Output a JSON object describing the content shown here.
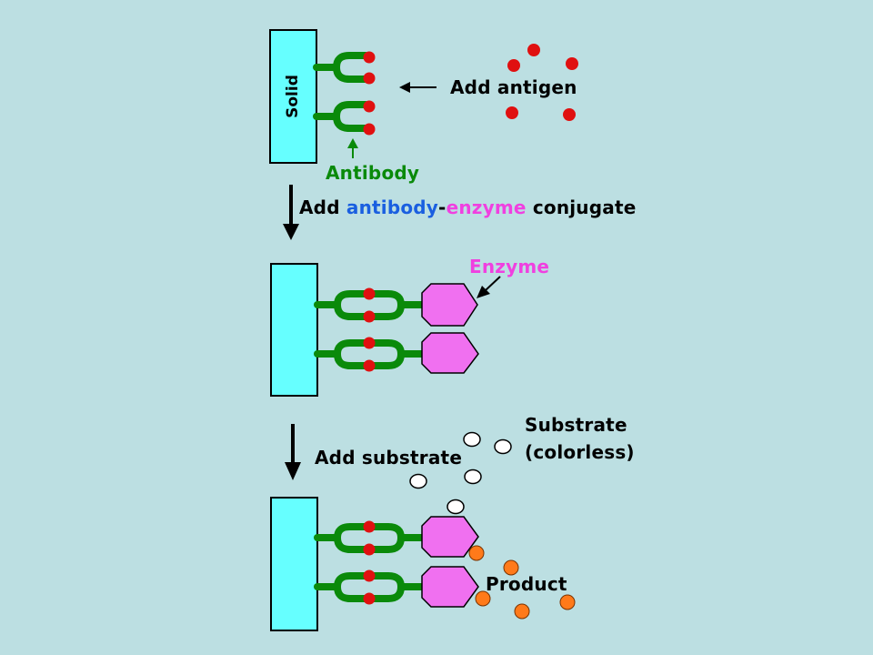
{
  "labels": {
    "solid": "Solid",
    "add_antigen": "Add antigen",
    "antibody": "Antibody",
    "step2": {
      "prefix": "Add ",
      "antibody": "antibody",
      "dash": "-",
      "enzyme": "enzyme",
      "suffix": " conjugate"
    },
    "enzyme": "Enzyme",
    "add_substrate": "Add substrate",
    "substrate_line1": "Substrate",
    "substrate_line2": "(colorless)",
    "product": "Product"
  },
  "colors": {
    "background": "#bcdfe2",
    "solid_fill": "#66ffff",
    "antibody": "#0a8a0a",
    "antigen": "#e01010",
    "enzyme_fill": "#f070f0",
    "product": "#ff7a1a",
    "label_antibody": "#1a5fe0",
    "label_enzyme": "#f040e0",
    "label_green": "#0a8a0a"
  }
}
